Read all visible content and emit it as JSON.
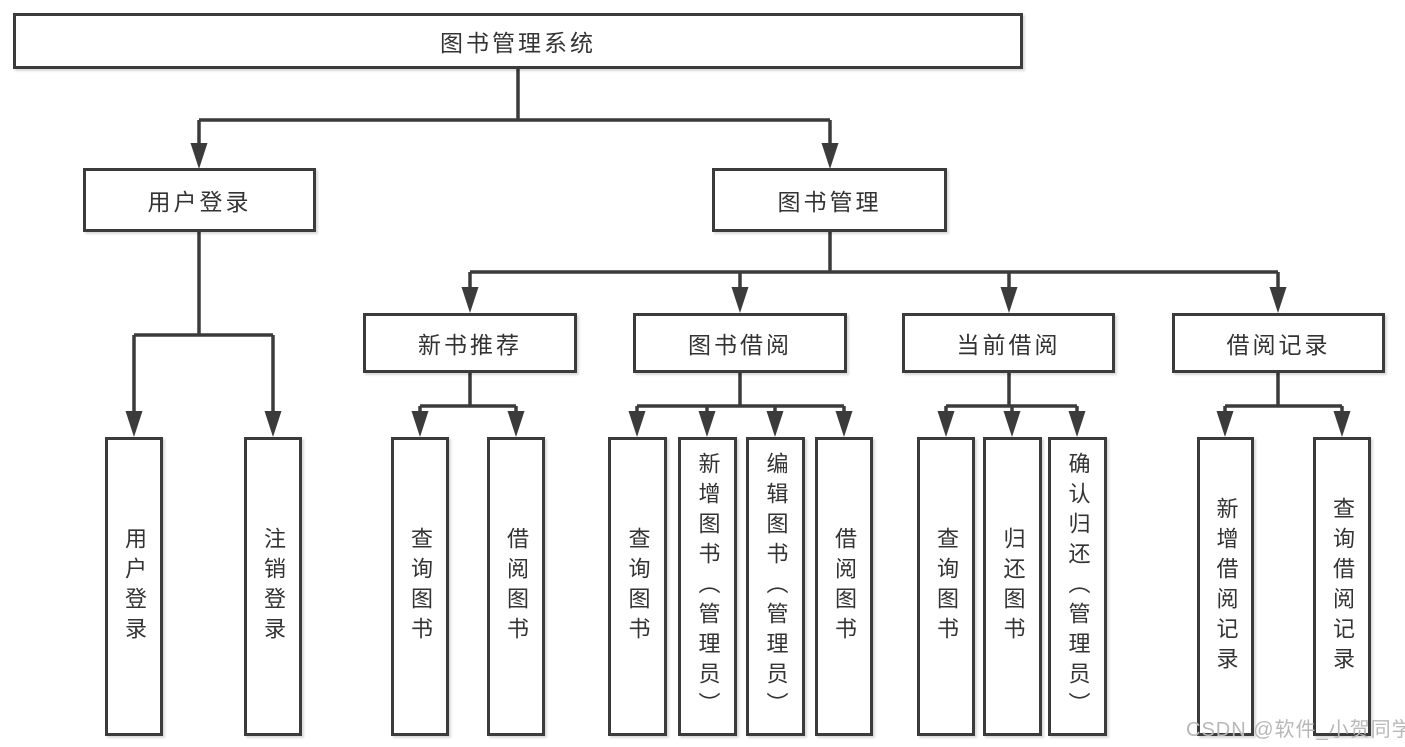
{
  "tree": {
    "root": {
      "label": "图书管理系统"
    },
    "branches": [
      {
        "label": "用户登录",
        "children": [
          {
            "label": "用户登录"
          },
          {
            "label": "注销登录"
          }
        ]
      },
      {
        "label": "图书管理",
        "children": [
          {
            "label": "新书推荐",
            "children": [
              {
                "label": "查询图书"
              },
              {
                "label": "借阅图书"
              }
            ]
          },
          {
            "label": "图书借阅",
            "children": [
              {
                "label": "查询图书"
              },
              {
                "label": "新增图书（管理员）"
              },
              {
                "label": "编辑图书（管理员）"
              },
              {
                "label": "借阅图书"
              }
            ]
          },
          {
            "label": "当前借阅",
            "children": [
              {
                "label": "查询图书"
              },
              {
                "label": "归还图书"
              },
              {
                "label": "确认归还（管理员）"
              }
            ]
          },
          {
            "label": "借阅记录",
            "children": [
              {
                "label": "新增借阅记录"
              },
              {
                "label": "查询借阅记录"
              }
            ]
          }
        ]
      }
    ]
  },
  "watermark": {
    "text": "CSDN @软件_小贺同学"
  },
  "colors": {
    "line": "#3b3b3b",
    "box_border": "#3b3b3b",
    "box_background": "#ffffff",
    "text": "#333333",
    "watermark": "#b8b8b8",
    "background": "#ffffff"
  }
}
